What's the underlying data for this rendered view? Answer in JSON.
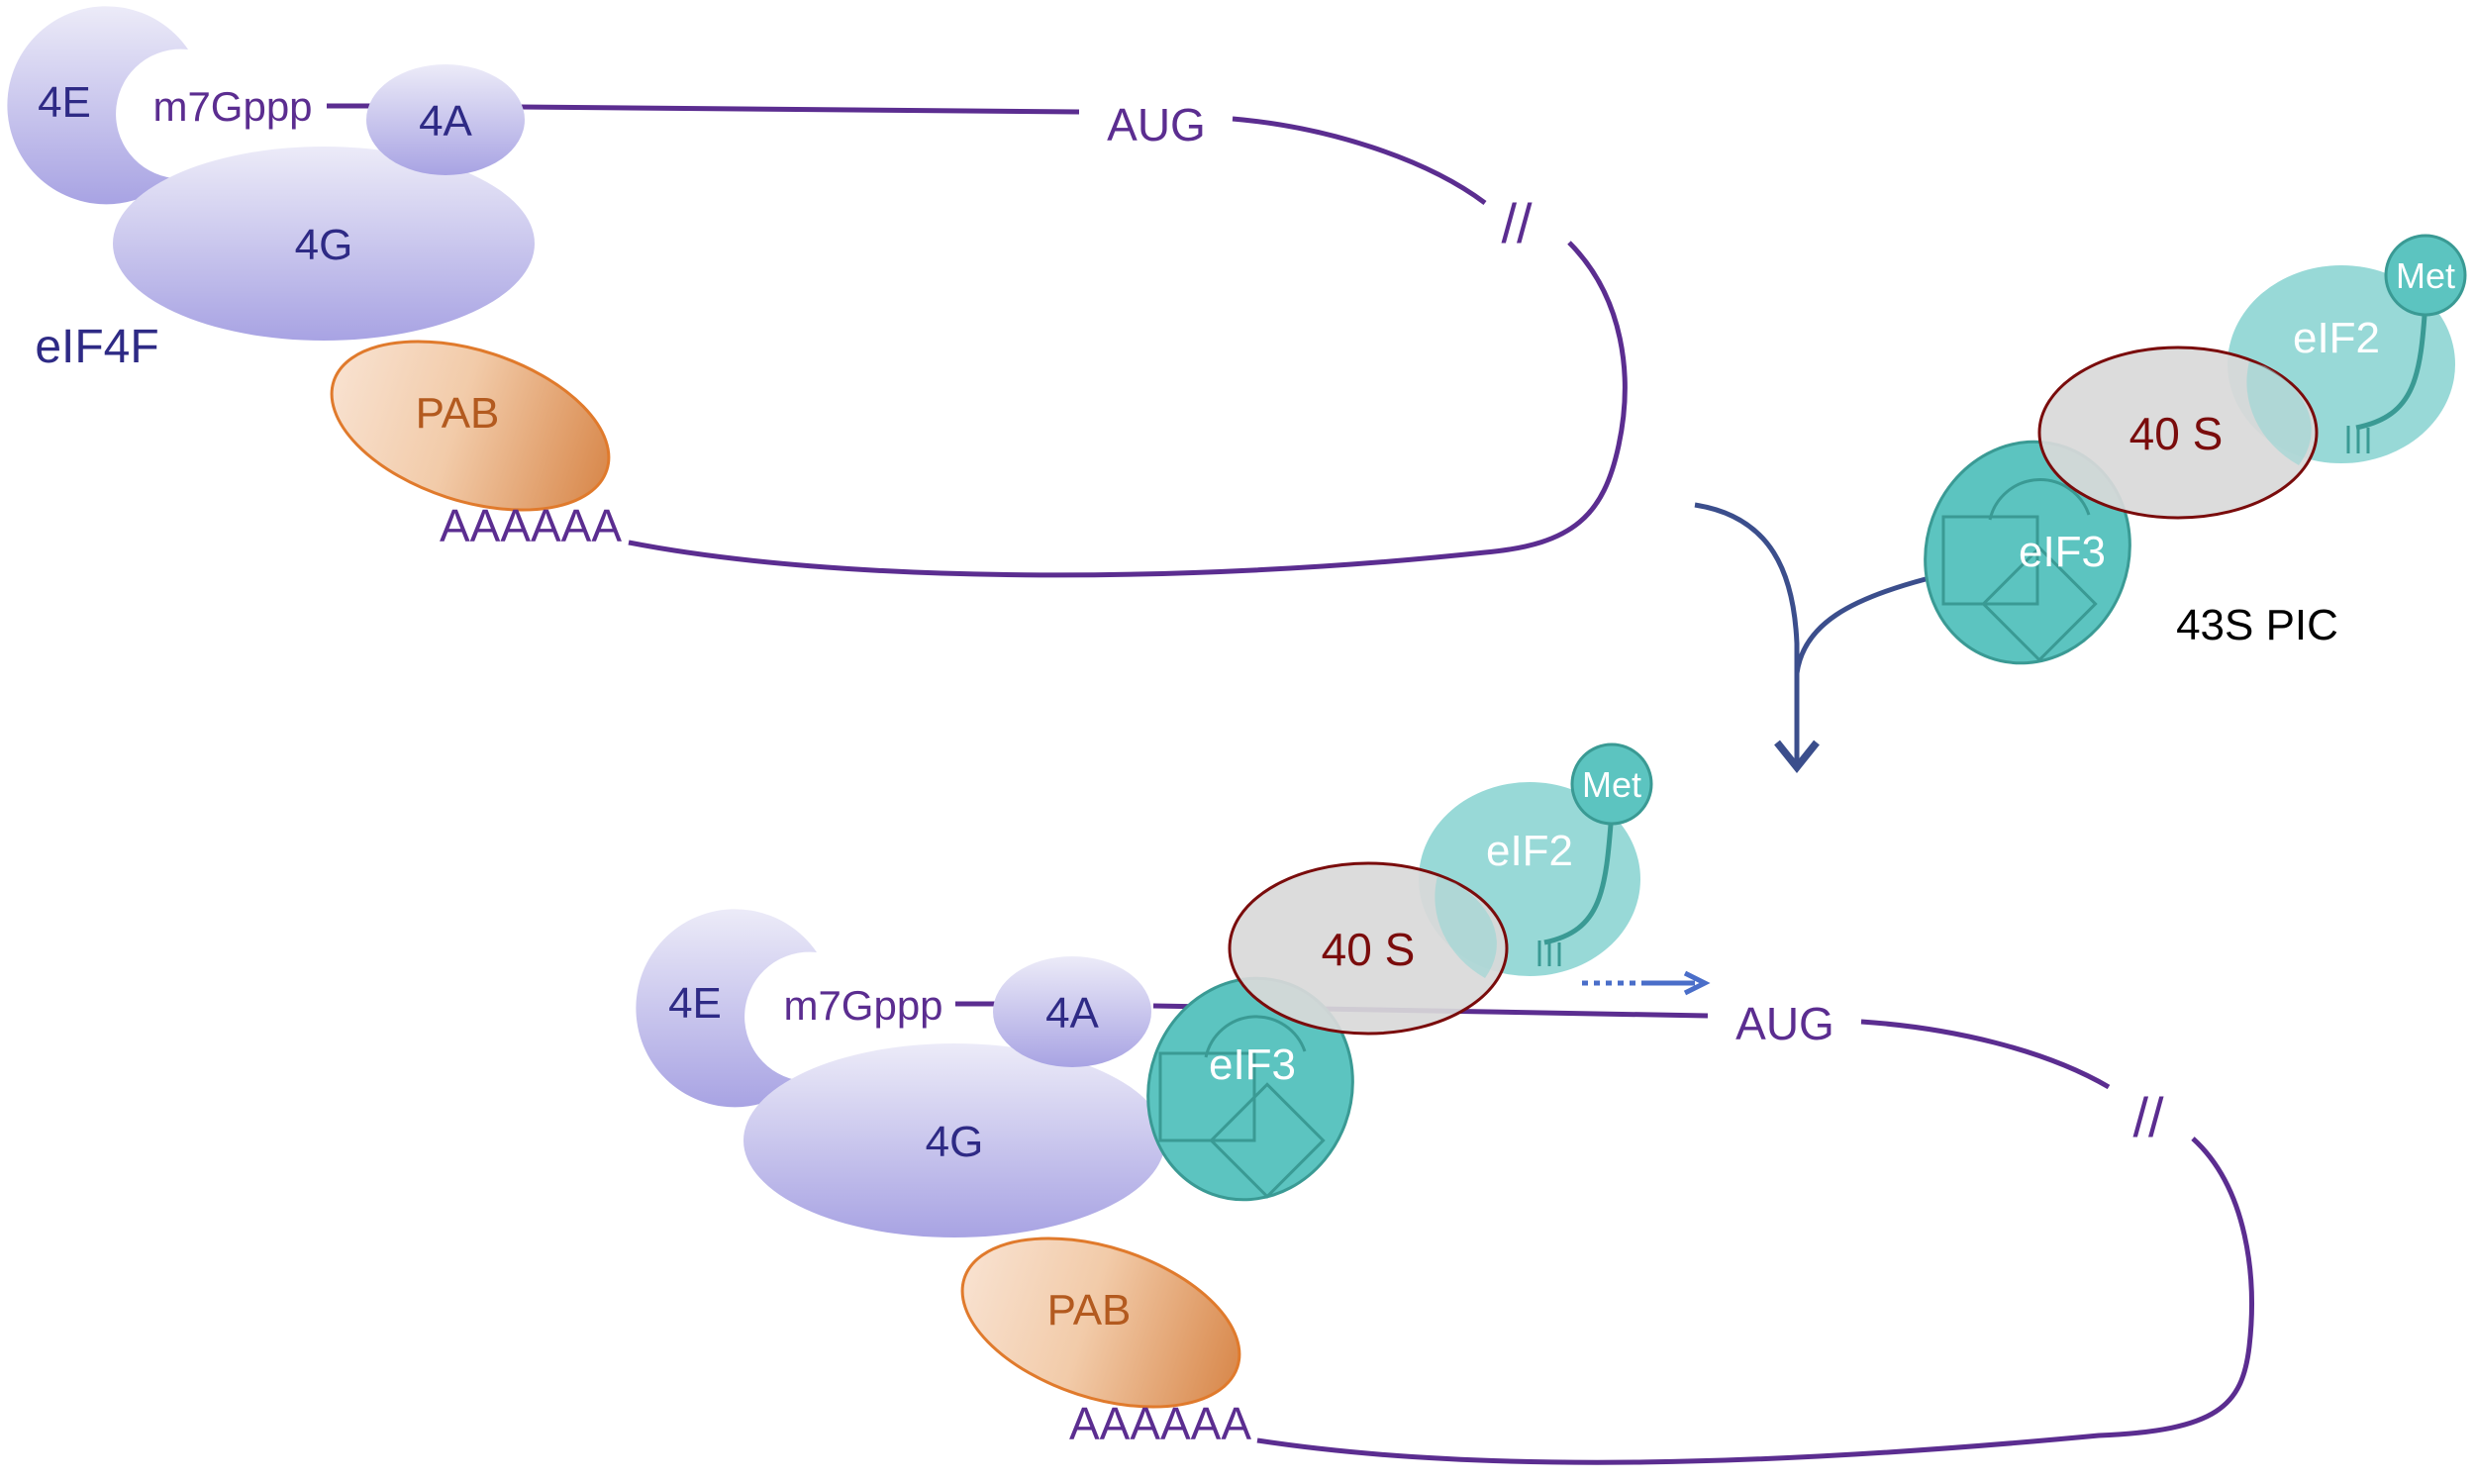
{
  "colors": {
    "mrna": "#5b2d90",
    "eif4f_fill_top": "#ecebf8",
    "eif4f_fill_bottom": "#a8a3e3",
    "eif4f_text": "#2e2a85",
    "pab_light": "#f8e1cf",
    "pab_dark": "#d98a4e",
    "pab_stroke": "#e07a2c",
    "pab_text": "#b35a1f",
    "ribosome_fill": "#d9d9d9",
    "ribosome_stroke": "#7a0c0c",
    "eif2_fill": "#8fd6d4",
    "eif3_fill": "#5cc4c0",
    "teal_stroke": "#3a9a94",
    "merge_arrow": "#3b4e8c",
    "scan_arrow": "#4a6ec9"
  },
  "top_complex": {
    "eif4e": "4E",
    "cap": "m7Gppp",
    "eif4a": "4A",
    "eif4g": "4G",
    "complex_name": "eIF4F",
    "pab": "PAB",
    "polya": "AAAAAA",
    "start_codon": "AUG",
    "break_mark": "//"
  },
  "pic_43s": {
    "met": "Met",
    "eif2": "eIF2",
    "ribosome": "40 S",
    "eif3": "eIF3",
    "label": "43S PIC"
  },
  "bottom_complex": {
    "eif4e": "4E",
    "cap": "m7Gppp",
    "eif4a": "4A",
    "eif4g": "4G",
    "pab": "PAB",
    "polya": "AAAAAA",
    "start_codon": "AUG",
    "break_mark": "//",
    "met": "Met",
    "eif2": "eIF2",
    "ribosome": "40 S",
    "eif3": "eIF3"
  }
}
